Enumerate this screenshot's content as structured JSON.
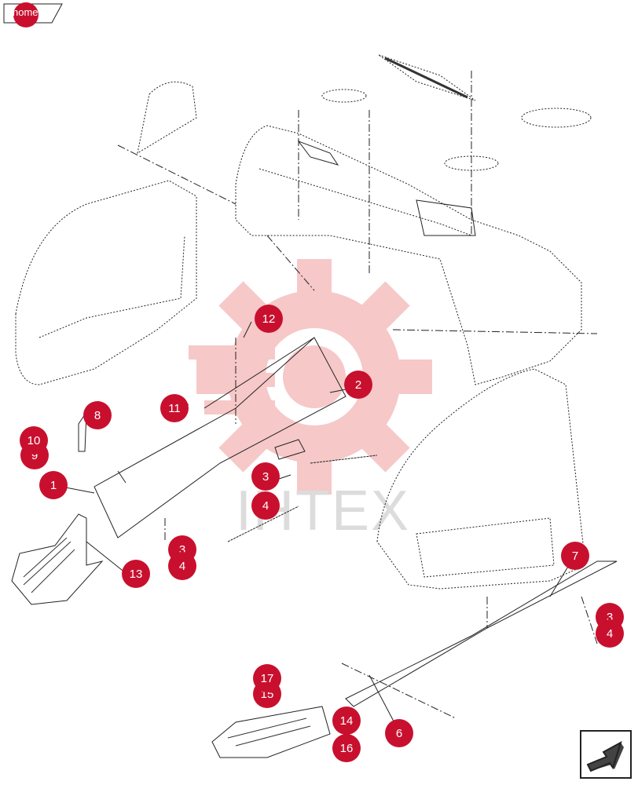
{
  "home_button": {
    "label": "home"
  },
  "watermark": {
    "text": "IHTEX"
  },
  "colors": {
    "callout": "#c8102e",
    "watermark": "#f4b6b6",
    "line": "#222222"
  },
  "callouts": [
    {
      "id": "callout-1",
      "label": "1"
    },
    {
      "id": "callout-2",
      "label": "2"
    },
    {
      "id": "callout-3a",
      "label": "3"
    },
    {
      "id": "callout-3b",
      "label": "3"
    },
    {
      "id": "callout-3c",
      "label": "3"
    },
    {
      "id": "callout-4a",
      "label": "4"
    },
    {
      "id": "callout-4b",
      "label": "4"
    },
    {
      "id": "callout-4c",
      "label": "4"
    },
    {
      "id": "callout-6",
      "label": "6"
    },
    {
      "id": "callout-7",
      "label": "7"
    },
    {
      "id": "callout-8",
      "label": "8"
    },
    {
      "id": "callout-9",
      "label": "9"
    },
    {
      "id": "callout-10",
      "label": "10"
    },
    {
      "id": "callout-11",
      "label": "11"
    },
    {
      "id": "callout-12",
      "label": "12"
    },
    {
      "id": "callout-13",
      "label": "13"
    },
    {
      "id": "callout-14",
      "label": "14"
    },
    {
      "id": "callout-15",
      "label": "15"
    },
    {
      "id": "callout-16",
      "label": "16"
    },
    {
      "id": "callout-17",
      "label": "17"
    }
  ],
  "icons": {
    "next_page": "arrow-down-left-icon"
  }
}
